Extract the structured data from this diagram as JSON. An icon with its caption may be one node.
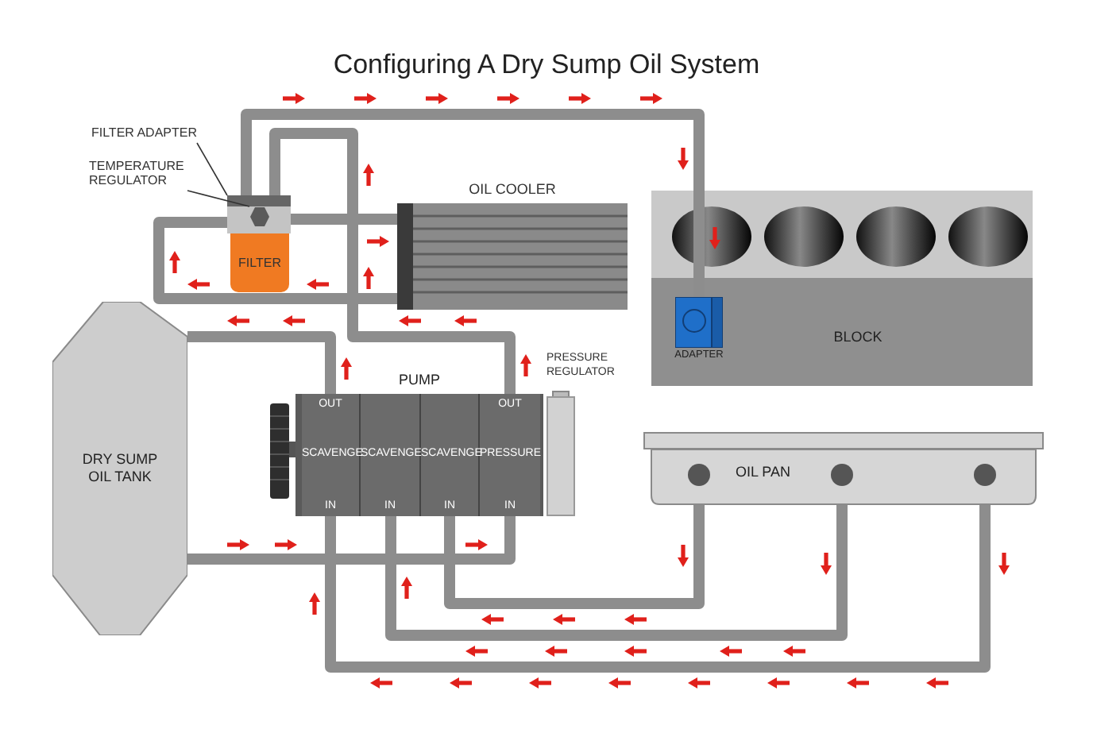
{
  "diagram": {
    "title": "Configuring A Dry Sump Oil System",
    "nodes": [
      {
        "text": [
          "FILTER ADAPTER"
        ]
      },
      {
        "text": [
          "TEMPERATURE REGULATOR"
        ]
      },
      {
        "text": [],
        "shape": "box"
      },
      {
        "text": [],
        "shape": "hexagon",
        "in": 2
      },
      {
        "text": [
          "FILTER"
        ]
      },
      {
        "text": [
          "OIL COOLER"
        ]
      },
      {
        "text": [
          "BLOCK"
        ]
      },
      {
        "text": [
          "ADAPTER"
        ],
        "in": 6
      },
      {
        "text": [
          "DRY SUMP OIL TANK"
        ]
      },
      {
        "text": [
          "PUMP"
        ]
      },
      {
        "text": [
          "OUT",
          "SCAVENGE",
          "IN"
        ],
        "in": 9
      },
      {
        "text": [
          "SCAVENGE",
          "IN"
        ],
        "in": 9
      },
      {
        "text": [
          "SCAVENGE",
          "IN"
        ],
        "in": 9
      },
      {
        "text": [
          "OUT",
          "PRESSURE",
          "IN"
        ],
        "in": 9
      },
      {
        "text": [
          "PRESSURE REGULATOR"
        ]
      },
      {
        "text": [
          "OIL PAN"
        ]
      }
    ],
    "edges": [
      {
        "from": 10,
        "to": 8,
        "arrow": "none"
      },
      {
        "from": 13,
        "to": 2,
        "arrow": "none"
      },
      {
        "from": 2,
        "to": 7,
        "arrow": "none"
      },
      {
        "from": 2,
        "to": 5,
        "arrow": "none"
      },
      {
        "from": 5,
        "to": 2,
        "arrow": "none"
      },
      {
        "from": 8,
        "to": 13,
        "arrow": "none"
      },
      {
        "from": 15,
        "to": 12,
        "arrow": "none"
      },
      {
        "from": 15,
        "to": 11,
        "arrow": "none"
      },
      {
        "from": 15,
        "to": 10,
        "arrow": "none"
      },
      {
        "from": 0,
        "to": 2,
        "arrow": "none",
        "color": "#333333"
      },
      {
        "from": 1,
        "to": 3,
        "arrow": "none",
        "color": "#333333"
      }
    ]
  }
}
